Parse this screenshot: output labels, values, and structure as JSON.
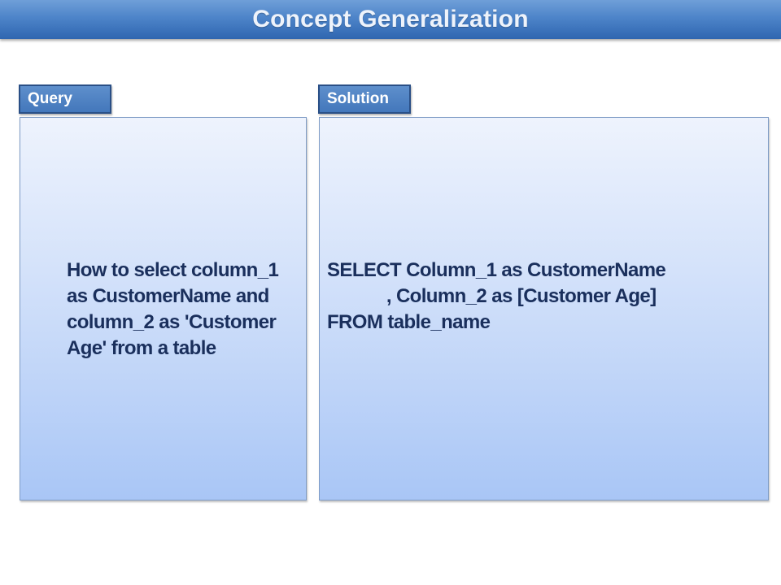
{
  "title": "Concept Generalization",
  "query": {
    "label": "Query",
    "text": "How to select column_1 as CustomerName and column_2 as 'Customer Age' from a table"
  },
  "solution": {
    "label": "Solution",
    "text": "SELECT Column_1 as CustomerName\n            , Column_2 as [Customer Age]\nFROM table_name"
  },
  "colors": {
    "title_bar": "#4d84c9",
    "tab_label": "#4f7fbf",
    "panel_top": "#eef3fd",
    "panel_bottom": "#a9c6f6",
    "text": "#1a2f5c"
  }
}
